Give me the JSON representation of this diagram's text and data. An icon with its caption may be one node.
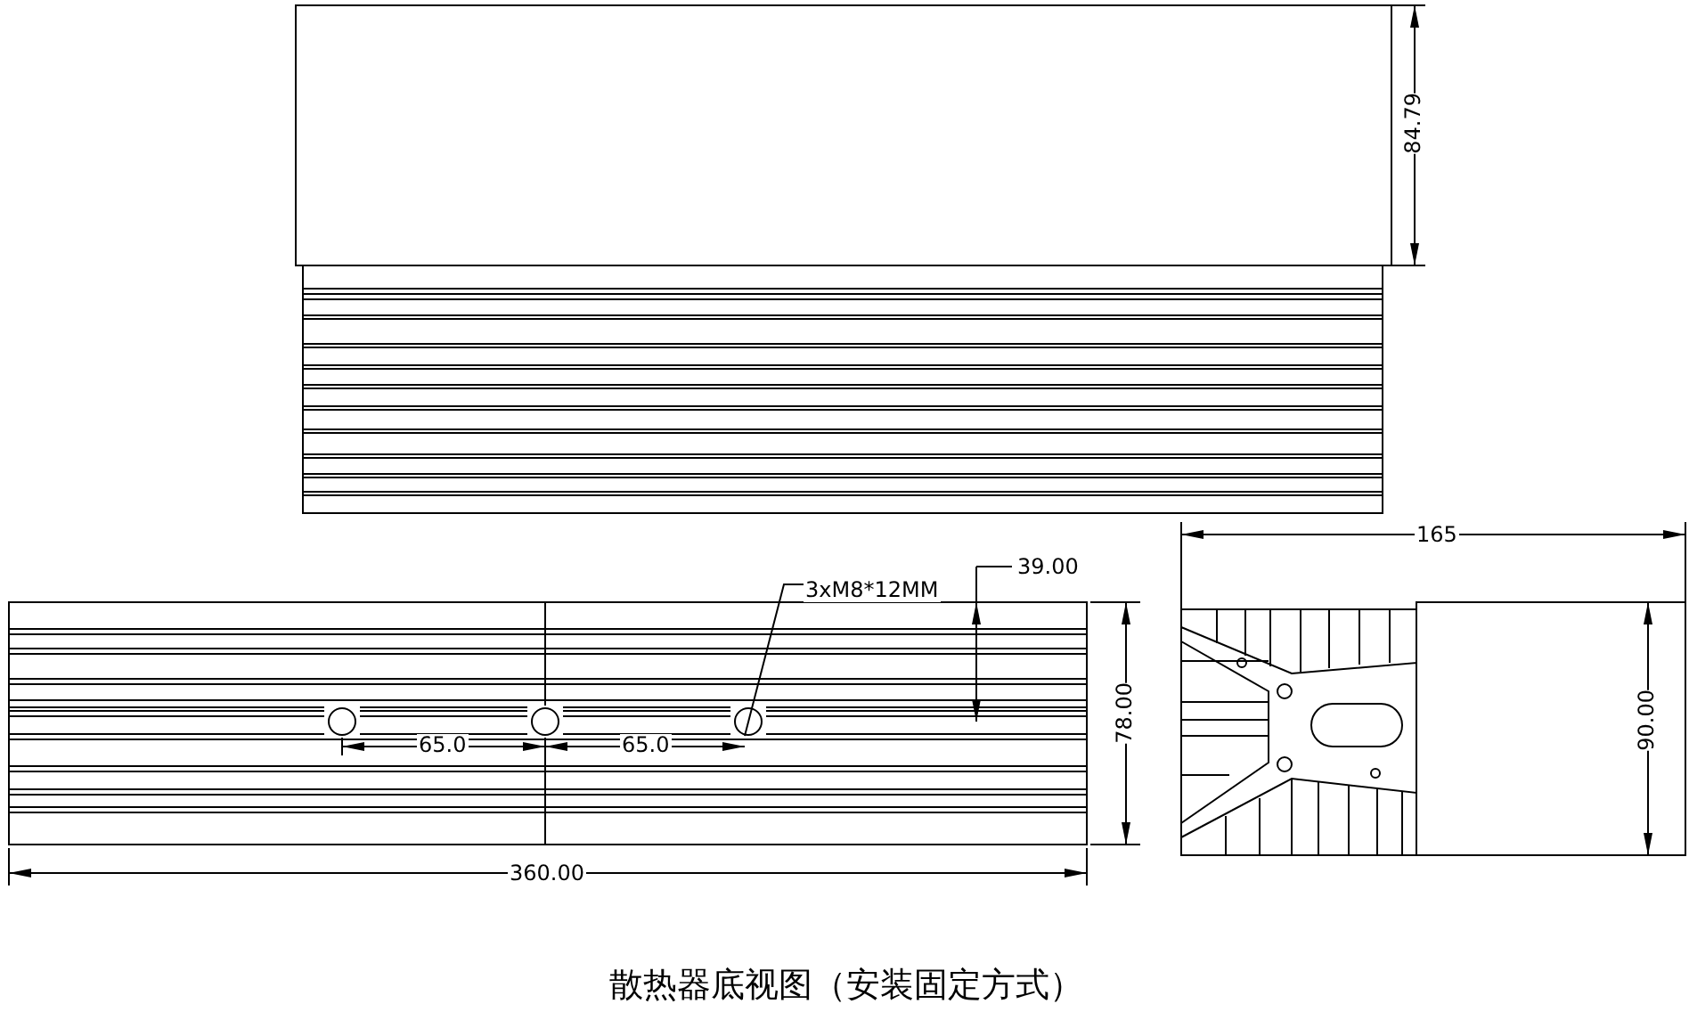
{
  "diagram": {
    "caption": "散热器底视图（安装固定方式）",
    "nodes": [
      {
        "text": [
          "3xM8*12MM"
        ]
      },
      {
        "text": [],
        "shape": "circle"
      }
    ],
    "edges": [
      {
        "from": 0,
        "to": 1,
        "arrow": "none"
      }
    ],
    "labels": [
      "84.79",
      "165",
      "39.00",
      "65.0",
      "65.0",
      "78.00",
      "90.00",
      "360.00"
    ]
  }
}
